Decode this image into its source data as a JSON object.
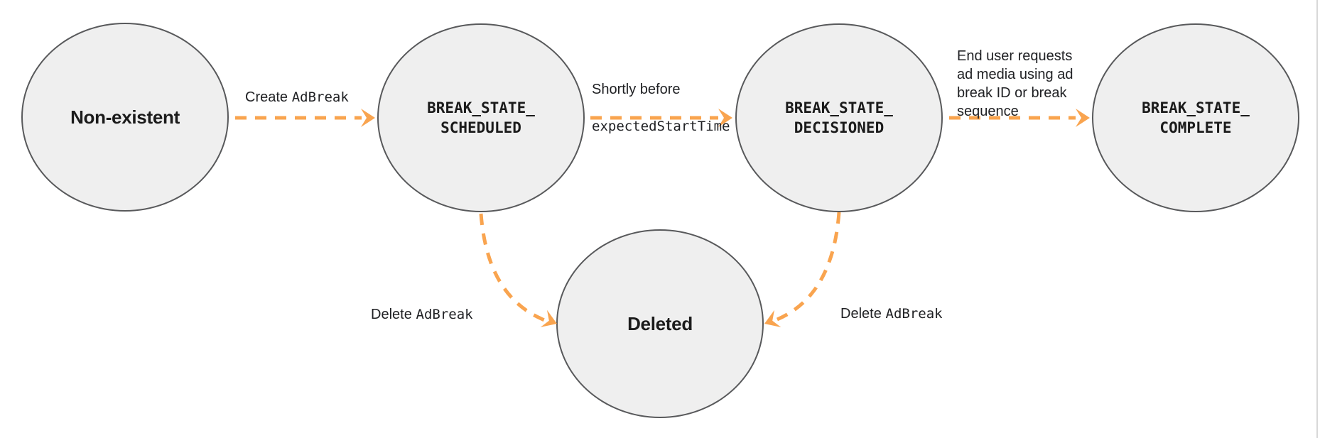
{
  "colors": {
    "accent_orange": "#F9A44F",
    "node_fill": "#EFEFEF",
    "node_border": "#58595B",
    "text": "#202124",
    "edge_divider": "#D8D8D8"
  },
  "states": [
    {
      "name": "non-existent",
      "label": "Non-existent",
      "style": "plain"
    },
    {
      "name": "break-state-scheduled",
      "label": "BREAK_STATE_\nSCHEDULED",
      "style": "code"
    },
    {
      "name": "break-state-decisioned",
      "label": "BREAK_STATE_\nDECISIONED",
      "style": "code"
    },
    {
      "name": "break-state-complete",
      "label": "BREAK_STATE_\nCOMPLETE",
      "style": "code"
    },
    {
      "name": "deleted",
      "label": "Deleted",
      "style": "plain"
    }
  ],
  "transitions": [
    {
      "name": "create",
      "from": "non-existent",
      "to": "break-state-scheduled",
      "label_plain": "Create",
      "label_code": "AdBreak"
    },
    {
      "name": "decision",
      "from": "break-state-scheduled",
      "to": "break-state-decisioned",
      "label_plain": "Shortly before",
      "label_code": "expectedStartTime"
    },
    {
      "name": "complete",
      "from": "break-state-decisioned",
      "to": "break-state-complete",
      "label_plain": "End user requests\nad media using ad\nbreak ID or break\nsequence",
      "label_code": ""
    },
    {
      "name": "delete-from-scheduled",
      "from": "break-state-scheduled",
      "to": "deleted",
      "label_plain": "Delete",
      "label_code": "AdBreak"
    },
    {
      "name": "delete-from-decisioned",
      "from": "break-state-decisioned",
      "to": "deleted",
      "label_plain": "Delete",
      "label_code": "AdBreak"
    }
  ]
}
